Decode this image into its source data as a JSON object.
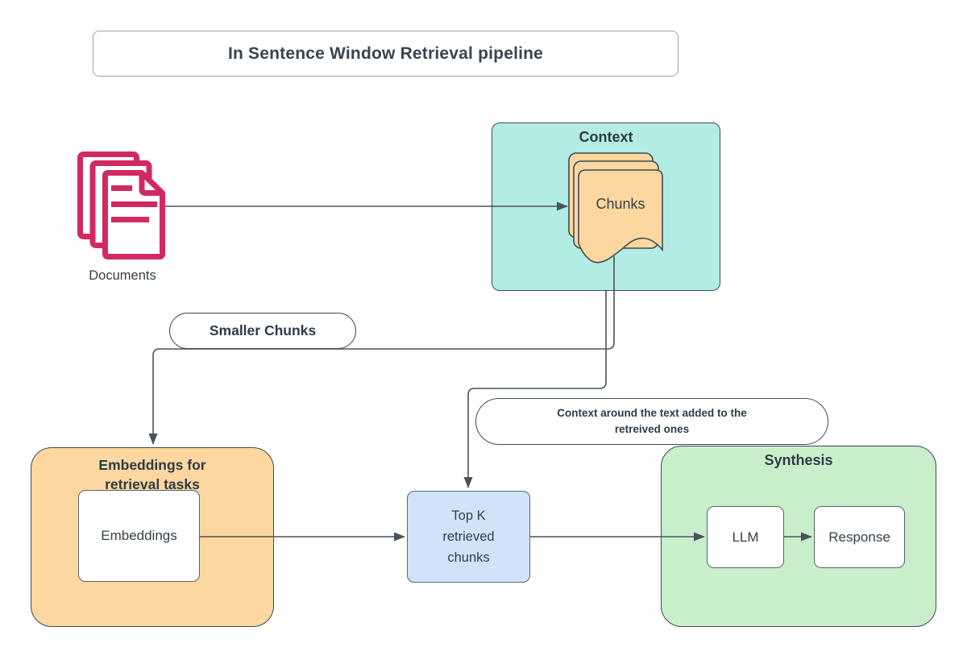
{
  "diagram": {
    "title": "In Sentence Window Retrieval pipeline",
    "documents": {
      "label": "Documents"
    },
    "context_group": {
      "title": "Context",
      "chunks_label": "Chunks"
    },
    "labels": {
      "smaller_chunks": "Smaller Chunks",
      "context_around": "Context around the text added to the retreived ones"
    },
    "embeddings_group": {
      "title": "Embeddings for retrieval tasks",
      "embeddings_label": "Embeddings"
    },
    "top_k": {
      "label": "Top K retrieved chunks"
    },
    "synthesis_group": {
      "title": "Synthesis",
      "llm_label": "LLM",
      "response_label": "Response"
    },
    "colors": {
      "context_fill": "#b2ece4",
      "chunks_fill": "#fcd7a0",
      "embeddings_fill": "#fcd7a0",
      "top_k_fill": "#d0e3f8",
      "synthesis_fill": "#c9efca",
      "documents_icon": "#d22962",
      "ink": "#35414c",
      "connector": "#49525c"
    }
  }
}
